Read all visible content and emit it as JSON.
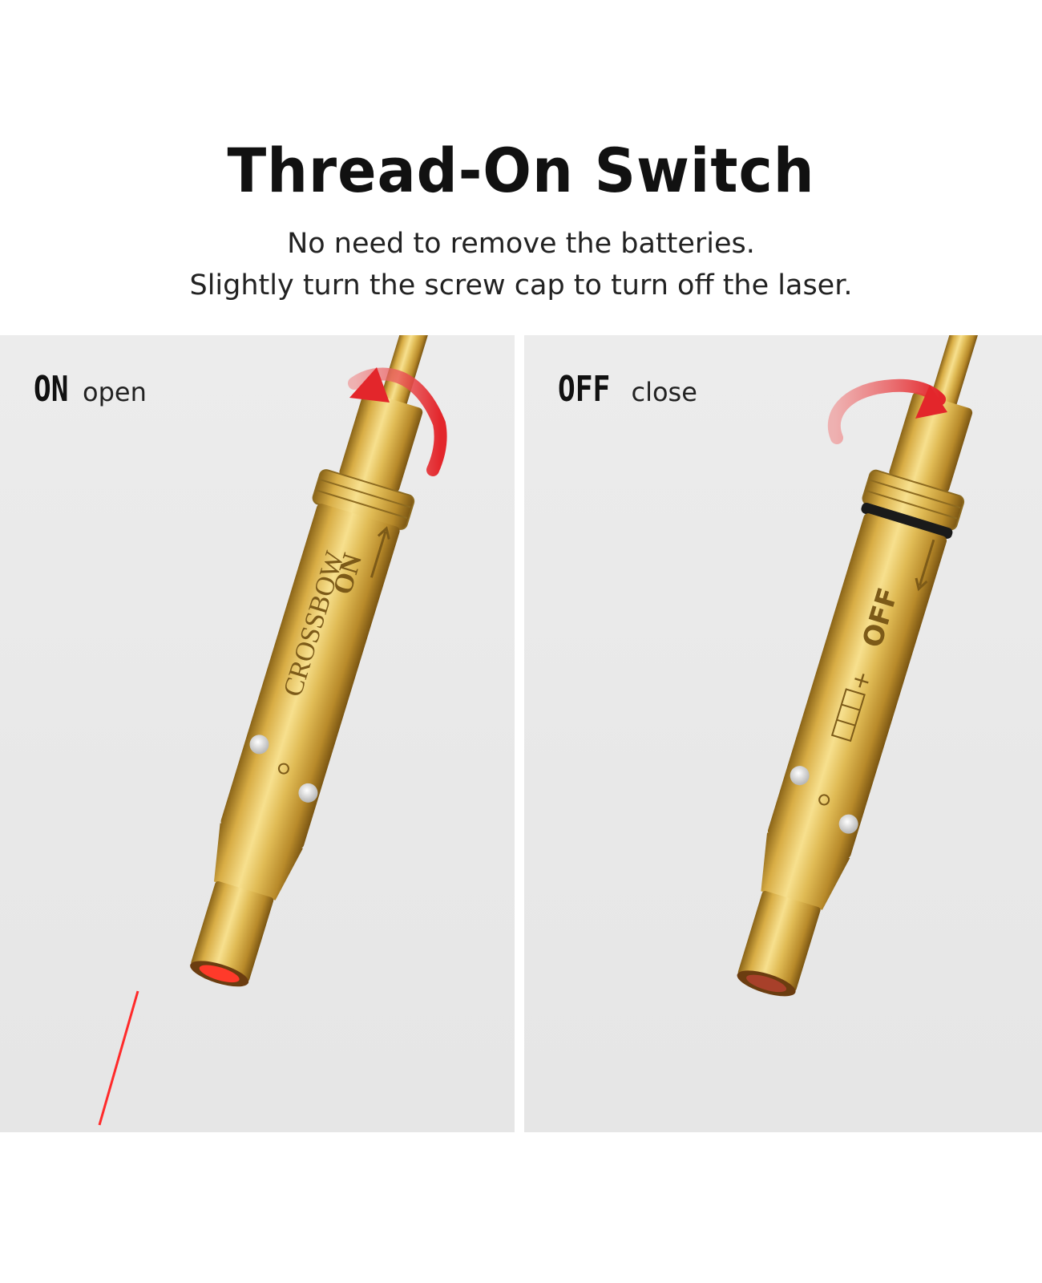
{
  "header": {
    "title": "Thread-On Switch",
    "subtitle_line1": "No need to remove the batteries.",
    "subtitle_line2": "Slightly turn the screw cap to turn off the laser."
  },
  "panels": [
    {
      "state": "ON",
      "description": "open",
      "engraving_brand": "CROSSBOW",
      "engraving_state": "ON",
      "laser_visible": true
    },
    {
      "state": "OFF",
      "description": "close",
      "engraving_state": "OFF",
      "battery_symbol": "+",
      "laser_visible": false
    }
  ],
  "colors": {
    "brass": "#d9b04a",
    "arrow": "#e3262b",
    "laser": "#ff2a2a",
    "panel_bg": "#e9e9e9"
  }
}
